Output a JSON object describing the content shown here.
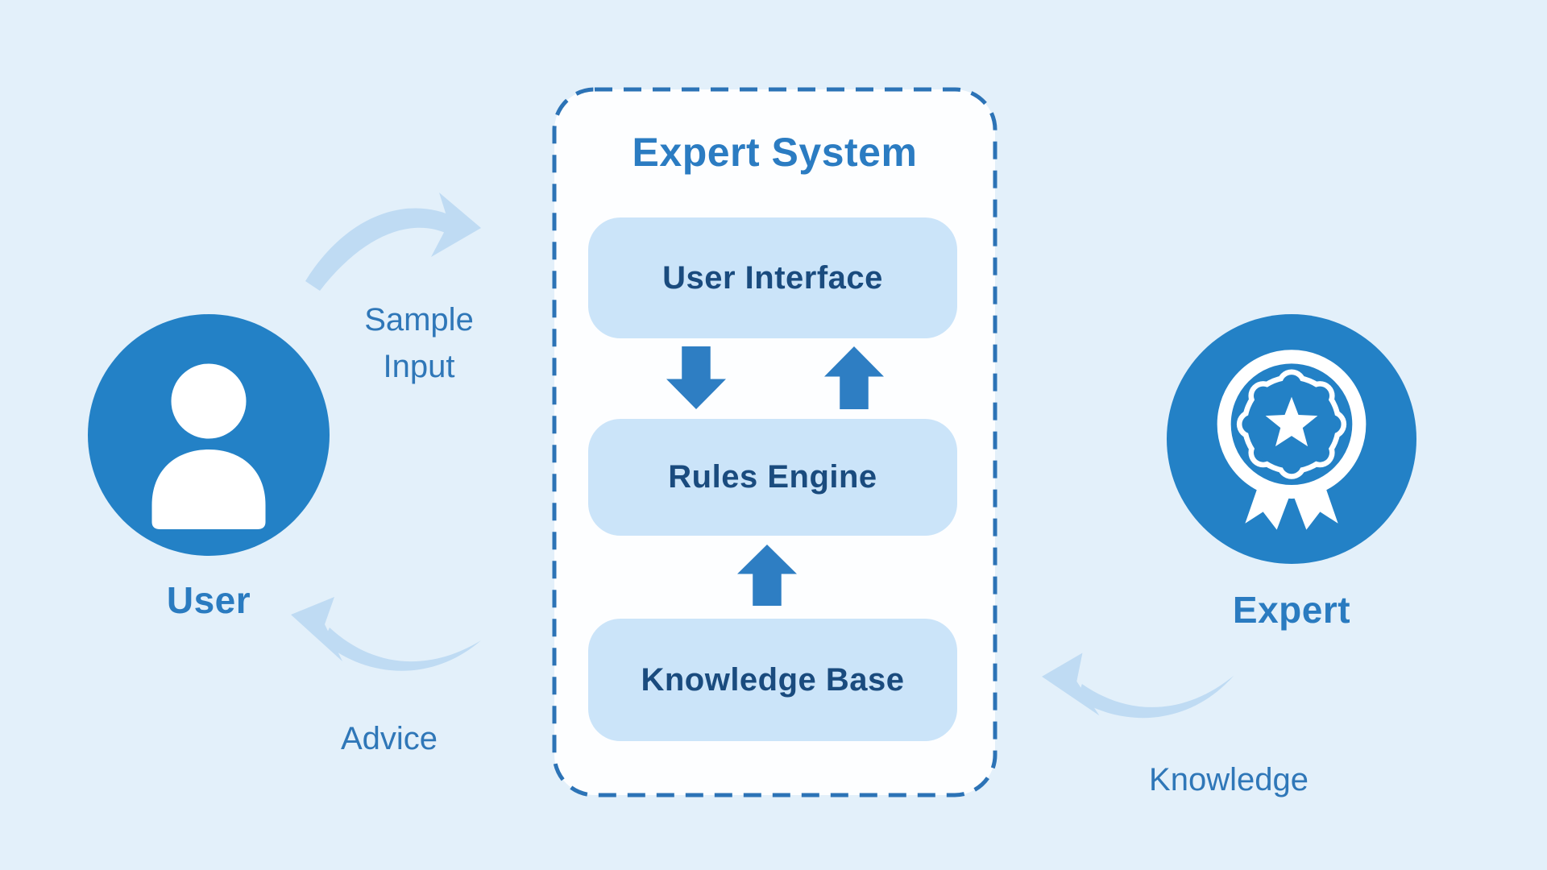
{
  "diagram": {
    "title": "Expert System",
    "components": [
      {
        "label": "User Interface"
      },
      {
        "label": "Rules Engine"
      },
      {
        "label": "Knowledge Base"
      }
    ],
    "actors": {
      "user": {
        "label": "User",
        "icon": "person-icon"
      },
      "expert": {
        "label": "Expert",
        "icon": "award-ribbon-icon"
      }
    },
    "flows": {
      "sample_input": {
        "label": "Sample Input",
        "from": "User",
        "to": "Expert System"
      },
      "advice": {
        "label": "Advice",
        "from": "Expert System",
        "to": "User"
      },
      "knowledge": {
        "label": "Knowledge",
        "from": "Expert",
        "to": "Knowledge Base"
      }
    },
    "internal_arrows": [
      {
        "icon": "down-block-arrow-icon",
        "from": "User Interface",
        "to": "Rules Engine"
      },
      {
        "icon": "up-block-arrow-icon",
        "from": "Rules Engine",
        "to": "User Interface"
      },
      {
        "icon": "up-block-arrow-icon",
        "from": "Knowledge Base",
        "to": "Rules Engine"
      }
    ],
    "colors": {
      "background": "#e3f0fa",
      "panel_fill": "#fdfeff",
      "panel_dash": "#2c73b6",
      "component_fill": "#cbe4f9",
      "component_text": "#1a4b7e",
      "title_text": "#2b7cc2",
      "actor_circle": "#2381c6",
      "solid_arrow": "#2e7ec3",
      "light_arrow": "#bfdbf3",
      "flow_label_text": "#2f77b8"
    }
  }
}
